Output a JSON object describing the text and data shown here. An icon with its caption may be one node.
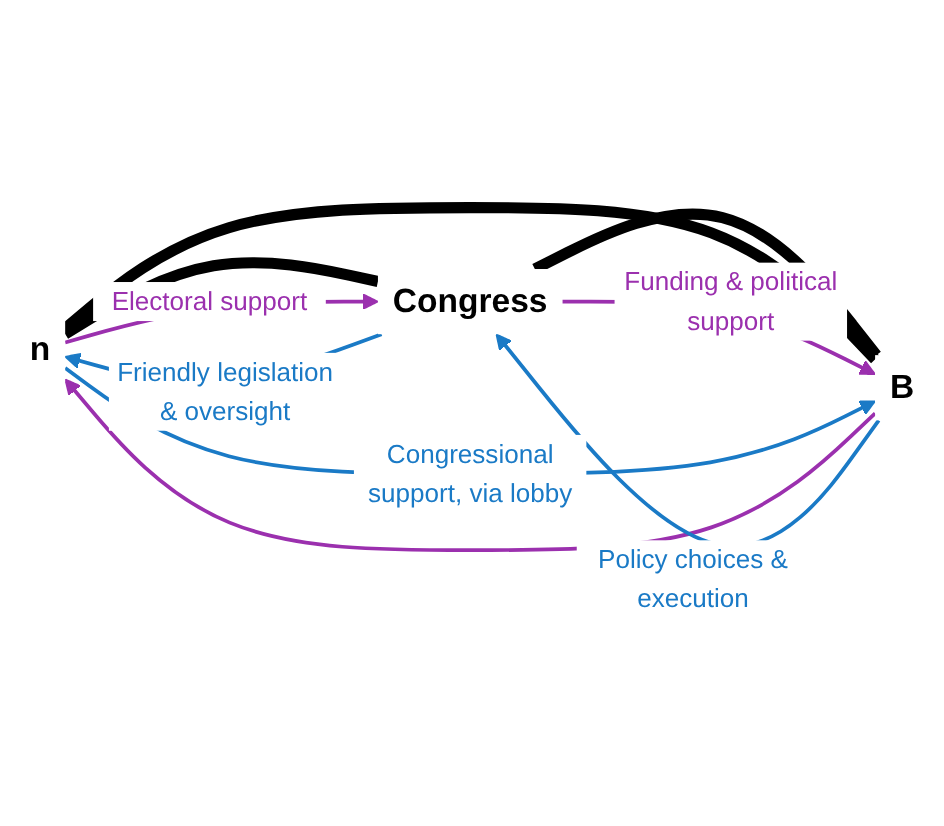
{
  "diagram": {
    "nodes": [
      {
        "text": [
          "Congress"
        ]
      },
      {
        "text": [
          "n"
        ]
      },
      {
        "text": [
          "B"
        ]
      }
    ],
    "edges": [
      {
        "from": 1,
        "to": 0,
        "arrow": "none",
        "style": "thick",
        "color": "#000000"
      },
      {
        "from": 0,
        "to": 2,
        "arrow": "none",
        "style": "thick",
        "color": "#000000"
      },
      {
        "from": 1,
        "to": 2,
        "arrow": "none",
        "style": "thick",
        "color": "#000000"
      },
      {
        "from": 1,
        "to": 0,
        "arrow": "to",
        "label": "Electoral support",
        "color": "#9b30ae"
      },
      {
        "from": 0,
        "to": 2,
        "arrow": "to",
        "label": "Funding & political support",
        "color": "#9b30ae"
      },
      {
        "from": 2,
        "to": 1,
        "arrow": "to",
        "color": "#9b30ae"
      },
      {
        "from": 0,
        "to": 1,
        "arrow": "to",
        "label": "Friendly legislation & oversight",
        "color": "#1a7ac6"
      },
      {
        "from": 2,
        "to": 0,
        "arrow": "to",
        "label": "Policy choices & execution",
        "color": "#1a7ac6"
      },
      {
        "from": 1,
        "to": 2,
        "arrow": "to",
        "label": "Congressional support, via lobby",
        "color": "#1a7ac6"
      }
    ]
  }
}
